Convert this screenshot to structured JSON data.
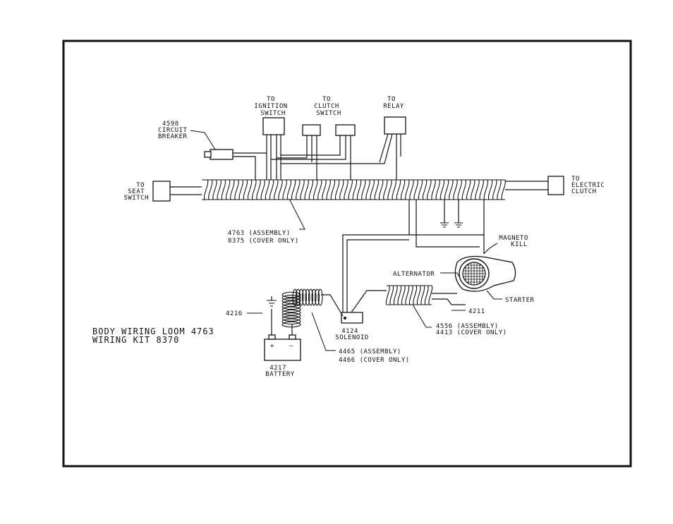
{
  "labels": {
    "ignition": [
      "TO",
      "IGNITION",
      "SWITCH"
    ],
    "clutch_switch": [
      "TO",
      "CLUTCH",
      "SWITCH"
    ],
    "relay": [
      "TO",
      "RELAY"
    ],
    "breaker": [
      "4598",
      "CIRCUIT",
      "BREAKER"
    ],
    "seat": [
      "TO",
      "SEAT",
      "SWITCH"
    ],
    "electric_clutch": [
      "TO",
      "ELECTRIC",
      "CLUTCH"
    ],
    "loom_part": [
      "4763 (ASSEMBLY)",
      "8375 (COVER ONLY)"
    ],
    "magneto": [
      "MAGNETO",
      "KILL"
    ],
    "alternator": "ALTERNATOR",
    "starter": "STARTER",
    "cable_4211": "4211",
    "harness_4556": [
      "4556 (ASSEMBLY)",
      "4413 (COVER ONLY)"
    ],
    "solenoid": [
      "4124",
      "SOLENOID"
    ],
    "ground_4216": "4216",
    "battery": [
      "4217",
      "BATTERY"
    ],
    "harness_4465": [
      "4465 (ASSEMBLY)",
      "4466 (COVER ONLY)"
    ],
    "battery_pos": "+",
    "battery_neg": "–"
  },
  "title_block": {
    "line1": "BODY WIRING LOOM 4763",
    "line2": "WIRING KIT 8370"
  }
}
